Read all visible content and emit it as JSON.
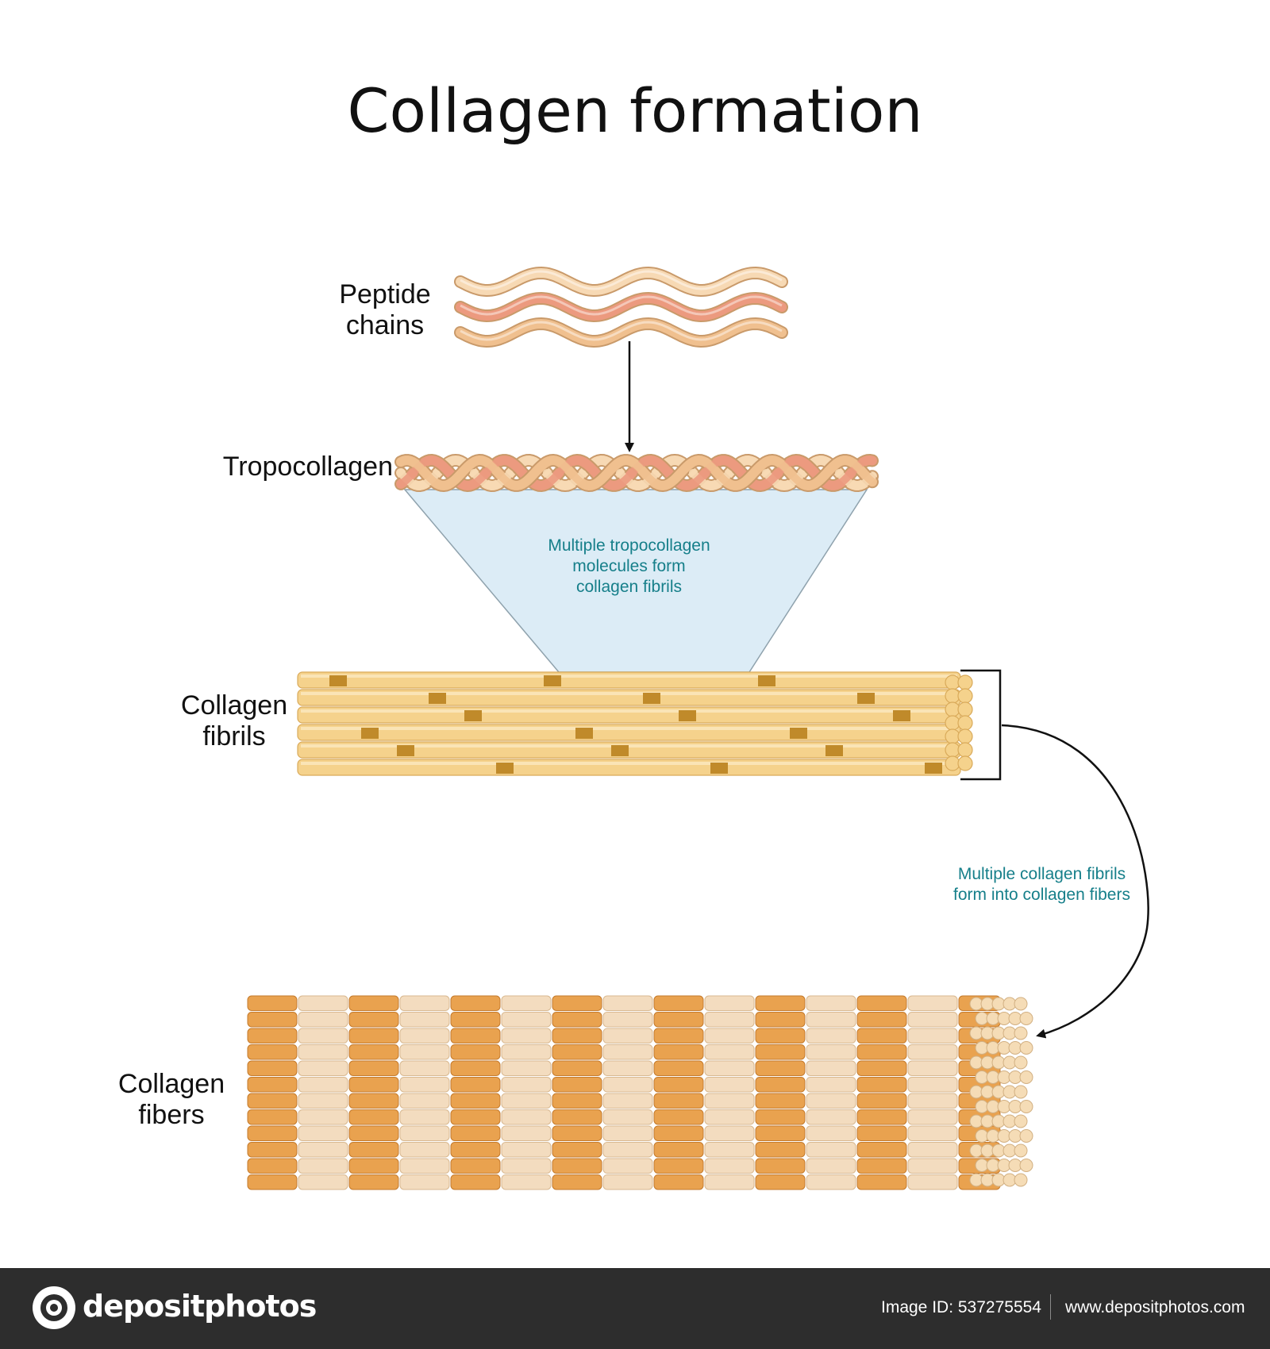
{
  "title": "Collagen formation",
  "labels": {
    "peptide_line1": "Peptide",
    "peptide_line2": "chains",
    "tropocollagen": "Tropocollagen",
    "fibrils_line1": "Collagen",
    "fibrils_line2": "fibrils",
    "fibers_line1": "Collagen",
    "fibers_line2": "fibers"
  },
  "notes": {
    "tropo_line1": "Multiple tropocollagen",
    "tropo_line2": "molecules form",
    "tropo_line3": "collagen fibrils",
    "fibril_line1": "Multiple collagen fibrils",
    "fibril_line2": "form into collagen fibers"
  },
  "colors": {
    "chain_light": "#f7d9b4",
    "chain_pink": "#ec9a7f",
    "chain_tan": "#f0c08f",
    "fibril": "#f5d28c",
    "fibril_dark": "#c08a2a",
    "fiber_orange": "#e9a24f",
    "fiber_light": "#f3dcbf",
    "funnel": "#dcecf6",
    "note_teal": "#167f8a"
  },
  "footer": {
    "brand": "depositphotos",
    "image_id": "Image ID: 537275554",
    "site": "www.depositphotos.com"
  }
}
